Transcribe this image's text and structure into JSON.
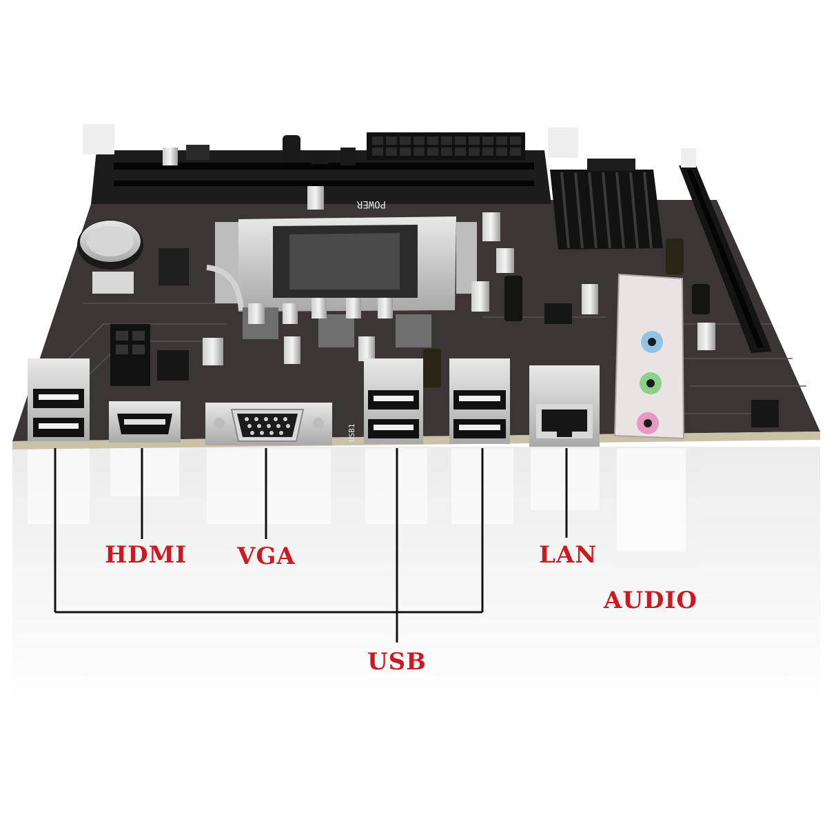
{
  "labels": {
    "hdmi": "HDMI",
    "vga": "VGA",
    "lan": "LAN",
    "audio": "AUDIO",
    "usb": "USB"
  },
  "silkscreen": {
    "power": "POWER",
    "usb1": "USB1"
  },
  "colors": {
    "label_text": "#cc1a22",
    "leader_line": "#111111",
    "board": "#3b3536",
    "audio_blue": "#8fc4e6",
    "audio_green": "#8ccf8a",
    "audio_pink": "#e79ac0"
  },
  "parts": {
    "board-icon": "motherboard",
    "port-icons": [
      "usb-port-icon",
      "hdmi-port-icon",
      "vga-port-icon",
      "lan-port-icon",
      "audio-jack-icon"
    ]
  }
}
